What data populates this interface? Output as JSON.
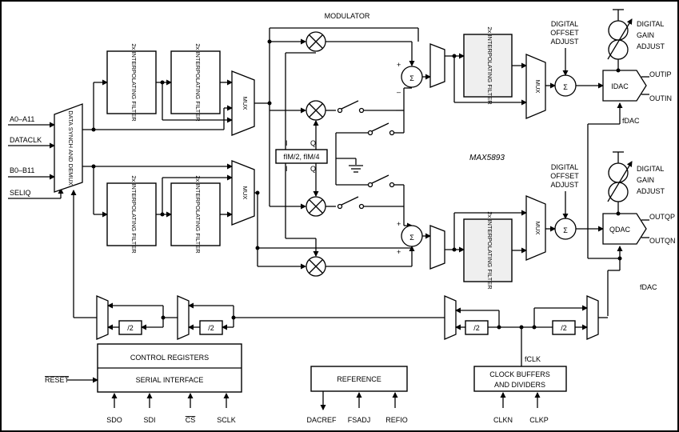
{
  "labels": {
    "modulator": "MODULATOR",
    "part_number": "MAX5893",
    "data_synch": "DATA SYNCH AND DEMUX",
    "interp_2x": "2x INTERPOLATING FILTER",
    "mux": "MUX",
    "nco": "fIM/2, fIM/4",
    "i": "I",
    "q": "Q",
    "plus": "+",
    "minus": "–",
    "sigma": "Σ",
    "digital_offset_adjust": [
      "DIGITAL",
      "OFFSET",
      "ADJUST"
    ],
    "digital_gain_adjust": [
      "DIGITAL",
      "GAIN",
      "ADJUST"
    ],
    "idac": "IDAC",
    "qdac": "QDAC",
    "outip": "OUTIP",
    "outin": "OUTIN",
    "outqp": "OUTQP",
    "outqn": "OUTQN",
    "fdac": "fDAC",
    "fclk": "fCLK",
    "div2": "/2"
  },
  "inputs": {
    "a": "A0–A11",
    "dataclk": "DATACLK",
    "b": "B0–B11",
    "seliq": "SELIQ",
    "reset": "RESET"
  },
  "blocks": {
    "control_registers": "CONTROL REGISTERS",
    "serial_interface": "SERIAL INTERFACE",
    "reference": "REFERENCE",
    "clock_buffers": [
      "CLOCK BUFFERS",
      "AND DIVIDERS"
    ]
  },
  "pins": {
    "sdo": "SDO",
    "sdi": "SDI",
    "cs": "CS",
    "sclk": "SCLK",
    "dacref": "DACREF",
    "fsadj": "FSADJ",
    "refio": "REFIO",
    "clkn": "CLKN",
    "clkp": "CLKP"
  }
}
